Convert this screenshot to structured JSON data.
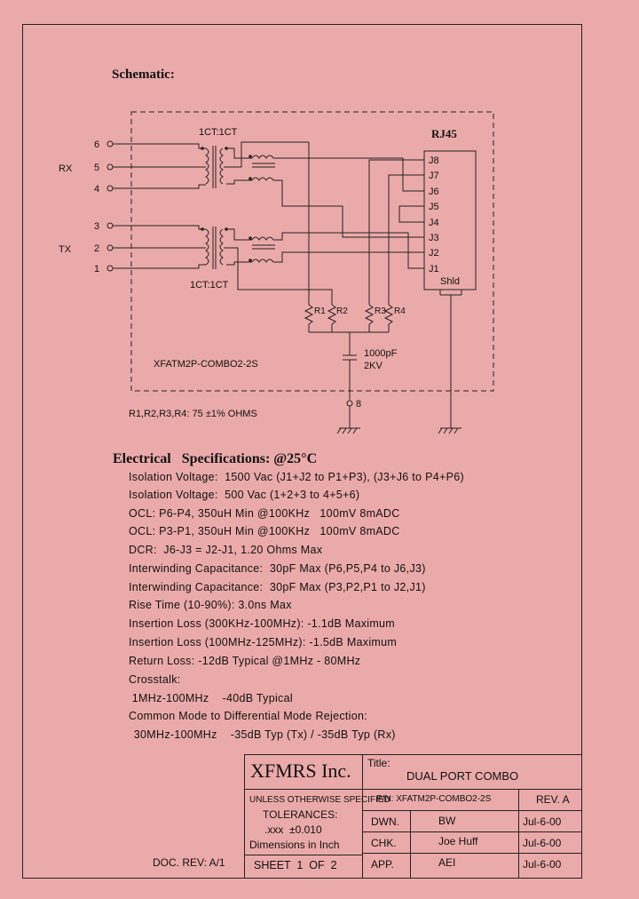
{
  "schematic": {
    "heading": "Schematic:",
    "transformer_top_label": "1CT:1CT",
    "transformer_bottom_label": "1CT:1CT",
    "connector_label": "RJ45",
    "group_rx": "RX",
    "group_tx": "TX",
    "left_pins": [
      "6",
      "5",
      "4",
      "3",
      "2",
      "1"
    ],
    "connector_pins": [
      "J8",
      "J7",
      "J6",
      "J5",
      "J4",
      "J3",
      "J2",
      "J1"
    ],
    "shield_label": "Shld",
    "resistors": [
      "R1",
      "R2",
      "R3",
      "R4"
    ],
    "capacitor_value": "1000pF",
    "capacitor_voltage": "2KV",
    "part_label": "XFATM2P-COMBO2-2S",
    "ground_pin": "8",
    "resistor_note": "R1,R2,R3,R4: 75 ±1% OHMS"
  },
  "specs": {
    "heading": "Electrical   Specifications: @25°C",
    "lines": [
      "Isolation Voltage:  1500 Vac (J1+J2 to P1+P3), (J3+J6 to P4+P6)",
      "Isolation Voltage:  500 Vac (1+2+3 to 4+5+6)",
      "OCL: P6-P4, 350uH Min @100KHz   100mV 8mADC",
      "OCL: P3-P1, 350uH Min @100KHz   100mV 8mADC",
      "DCR:  J6-J3 = J2-J1, 1.20 Ohms Max",
      "Interwinding Capacitance:  30pF Max (P6,P5,P4 to J6,J3)",
      "Interwinding Capacitance:  30pF Max (P3,P2,P1 to J2,J1)",
      "Rise Time (10-90%): 3.0ns Max",
      "Insertion Loss (300KHz-100MHz): -1.1dB Maximum",
      "Insertion Loss (100MHz-125MHz): -1.5dB Maximum",
      "Return Loss: -12dB Typical @1MHz - 80MHz",
      "Crosstalk:",
      " 1MHz-100MHz    -40dB Typical",
      "Common Mode to Differential Mode Rejection:",
      " 30MHz-100MHz    -35dB Typ (Tx) / -35dB Typ (Rx)"
    ]
  },
  "title_block": {
    "company": "XFMRS Inc.",
    "title_label": "Title:",
    "title": "DUAL PORT COMBO",
    "unless": "UNLESS OTHERWISE SPECIFIED",
    "tolerances": "TOLERANCES:",
    "tolerance_value": ".xxx  ±0.010",
    "dimensions": "Dimensions in Inch",
    "sheet": "SHEET  1  OF  2",
    "pn": "P/N: XFATM2P-COMBO2-2S",
    "rev": "REV. A",
    "rows": [
      {
        "label": "DWN.",
        "name": "BW",
        "date": "Jul-6-00"
      },
      {
        "label": "CHK.",
        "name": "Joe Huff",
        "date": "Jul-6-00"
      },
      {
        "label": "APP.",
        "name": "AEI",
        "date": "Jul-6-00"
      }
    ],
    "doc_rev": "DOC. REV: A/1"
  }
}
